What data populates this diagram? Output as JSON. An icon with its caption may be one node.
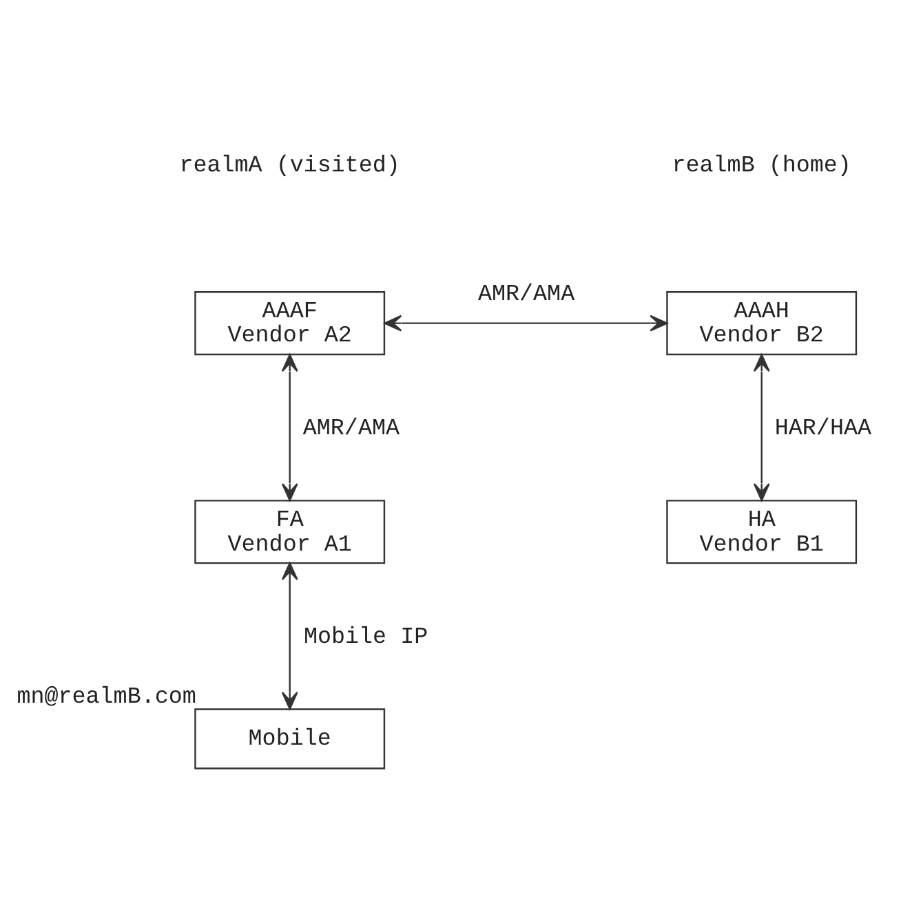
{
  "diagram": {
    "nodes": [
      {
        "text": [
          "AAAF",
          "Vendor A2"
        ]
      },
      {
        "text": [
          "AAAH",
          "Vendor B2"
        ]
      },
      {
        "text": [
          "FA",
          "Vendor A1"
        ]
      },
      {
        "text": [
          "HA",
          "Vendor B1"
        ]
      },
      {
        "text": [
          "Mobile"
        ],
        "beside": [
          "mn@realmB.com"
        ]
      }
    ],
    "edges": [
      {
        "from": 0,
        "to": 1,
        "arrow": "both",
        "label": "AMR/AMA"
      },
      {
        "from": 0,
        "to": 2,
        "arrow": "both",
        "label": "AMR/AMA"
      },
      {
        "from": 1,
        "to": 3,
        "arrow": "both",
        "label": "HAR/HAA"
      },
      {
        "from": 2,
        "to": 4,
        "arrow": "both",
        "label": "Mobile IP"
      }
    ],
    "labels": [
      "realmA (visited)",
      "realmB (home)"
    ]
  }
}
